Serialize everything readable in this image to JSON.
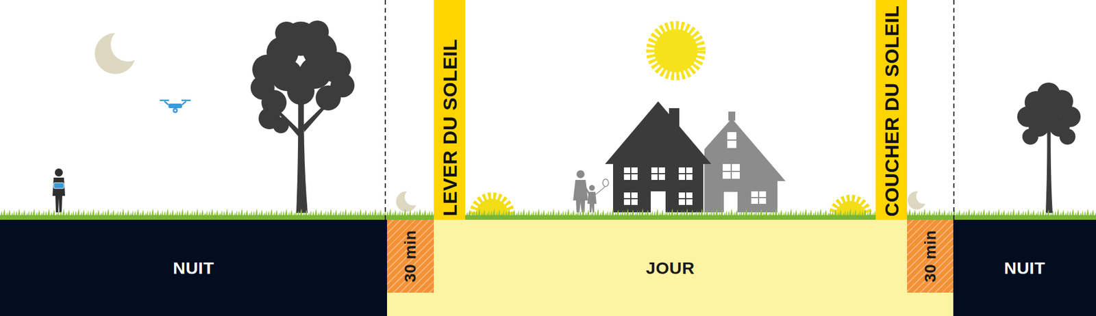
{
  "diagram": {
    "nodes": [
      {
        "text": [
          "LEVER DU SOLEIL"
        ]
      },
      {
        "text": [
          "COUCHER DU SOLEIL"
        ]
      },
      {
        "text": [
          "NUIT"
        ]
      },
      {
        "text": [
          "JOUR"
        ]
      },
      {
        "text": [
          "30 min"
        ],
        "in": 3
      },
      {
        "text": [
          "30 min"
        ],
        "in": 3
      },
      {
        "text": [
          "NUIT"
        ]
      }
    ]
  }
}
